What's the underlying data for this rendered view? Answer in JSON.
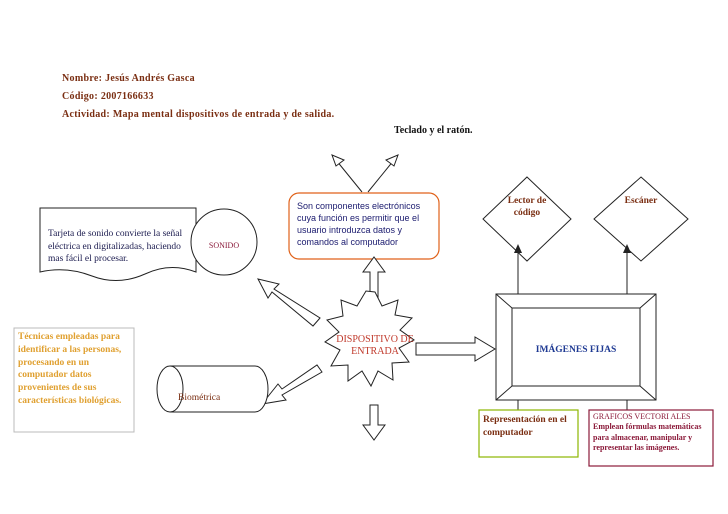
{
  "header": {
    "name_label": "Nombre:",
    "name_value": "Jesús Andrés Gasca",
    "code_label": "Código:",
    "code_value": "2007166633",
    "activity_label": "Actividad:",
    "activity_value": "Mapa mental dispositivos de entrada y de salida."
  },
  "topic_note": "Teclado y el ratón.",
  "center": {
    "label": "DISPOSITIVO DE ENTRADA"
  },
  "definition": "Son componentes electrónicos cuya función es permitir que el usuario introduzca datos y comandos al computador",
  "sound": {
    "label": "SONIDO",
    "description": "Tarjeta de sonido convierte la señal eléctrica en digitalizadas, haciendo mas fácil el procesar."
  },
  "biometric": {
    "label": "Biométrica",
    "description": "Técnicas empleadas para identificar a las personas, procesando en un computador datos provenientes de sus características biológicas."
  },
  "images": {
    "label": "IMÁGENES FIJAS",
    "barcode_reader": "Lector de código",
    "scanner": "Escáner",
    "representation": "Representación en el computador",
    "vector_title": "GRAFICOS VECTORI ALES",
    "vector_desc": "Emplean fórmulas matemáticas para almacenar, manipular y representar las imágenes."
  },
  "colors": {
    "center_text": "#c0392b",
    "lime_border": "#8db600",
    "orange_border": "#e0621a",
    "dark_red_border": "#8b1a3a"
  }
}
